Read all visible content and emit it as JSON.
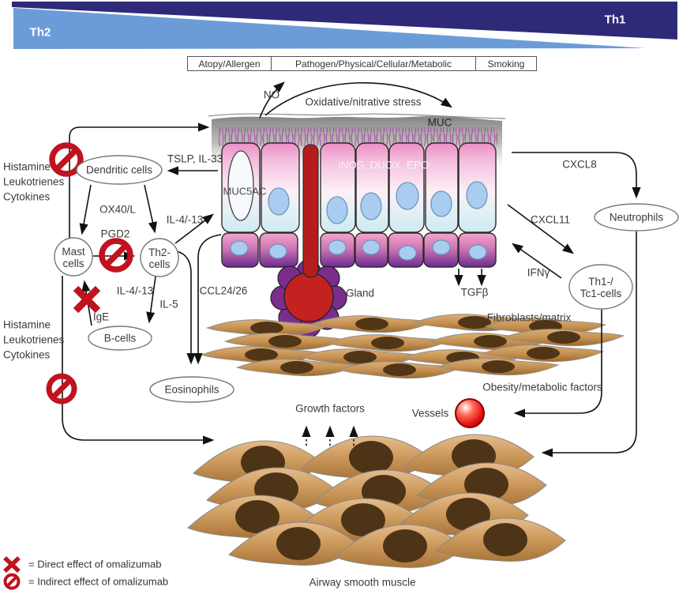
{
  "banner": {
    "th2": "Th2",
    "th1": "Th1"
  },
  "trigger_boxes": [
    "Atopy/Allergen",
    "Pathogen/Physical/Cellular/Metabolic",
    "Smoking"
  ],
  "mediators_top": [
    "Histamine",
    "Leukotrienes",
    "Cytokines"
  ],
  "mediators_bottom": [
    "Histamine",
    "Leukotrienes",
    "Cytokines"
  ],
  "nodes": {
    "dendritic": "Dendritic cells",
    "mast_l1": "Mast",
    "mast_l2": "cells",
    "th2_l1": "Th2-",
    "th2_l2": "cells",
    "bcells": "B-cells",
    "eosinophils": "Eosinophils",
    "neutrophils": "Neutrophils",
    "th1_l1": "Th1-/",
    "th1_l2": "Tc1-cells"
  },
  "signals": {
    "no": "NO",
    "oxidative": "Oxidative/nitrative stress",
    "muc": "MUC",
    "muc5ac": "MUC5AC",
    "inos": "iNOS, DUOX, EPO",
    "tslp": "TSLP, IL-33",
    "ox40l": "OX40/L",
    "pgd2": "PGD2",
    "il413_up": "IL-4/-13",
    "il413_down": "IL-4/-13",
    "il5": "IL-5",
    "ige": "IgE",
    "ccl2426": "CCL24/26",
    "tgfb": "TGFβ",
    "gland": "Gland",
    "fibroblasts": "Fibroblasts/matrix",
    "cxcl8": "CXCL8",
    "cxcl11": "CXCL11",
    "ifng": "IFNγ",
    "growth_factors": "Growth factors",
    "vessels": "Vessels",
    "obesity": "Obesity/metabolic factors",
    "airway_smooth_muscle": "Airway smooth muscle"
  },
  "legend": {
    "direct": "= Direct effect of omalizumab",
    "indirect": "= Indirect effect of omalizumab"
  },
  "colors": {
    "th2_blue": "#6c9cd8",
    "th1_navy": "#2e2a78",
    "omalizumab_red": "#c0121f",
    "gland_red": "#c42121",
    "gland_lobe_purple": "#7b2d8e",
    "epithelium_pink": "#ec8ec6",
    "epithelium_base_blue": "#cfe9f0",
    "nucleus_blue": "#a9cdf1",
    "basal_purple": "#7c2f97",
    "muscle_tan": "#cf9c5f",
    "muscle_nucleus_brown": "#4e3417"
  }
}
